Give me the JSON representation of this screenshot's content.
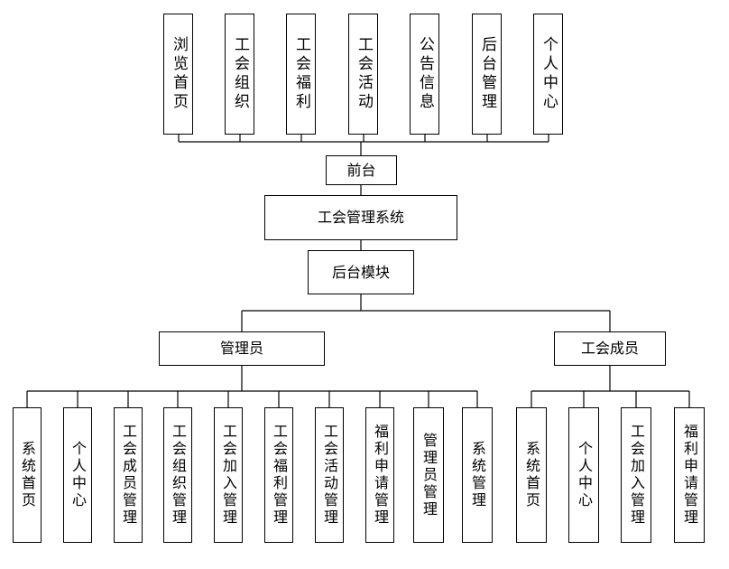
{
  "diagram": {
    "top_items": [
      "浏览首页",
      "工会组织",
      "工会福利",
      "工会活动",
      "公告信息",
      "后台管理",
      "个人中心"
    ],
    "front": "前台",
    "system": "工会管理系统",
    "backend": "后台模块",
    "admin": "管理员",
    "member": "工会成员",
    "admin_items": [
      "系统首页",
      "个人中心",
      "工会成员管理",
      "工会组织管理",
      "工会加入管理",
      "工会福利管理",
      "工会活动管理",
      "福利申请管理",
      "管理员管理",
      "系统管理"
    ],
    "member_items": [
      "系统首页",
      "个人中心",
      "工会加入管理",
      "福利申请管理"
    ],
    "colors": {
      "line": "#000000",
      "box_border": "#000000",
      "background": "#ffffff",
      "text": "#000000"
    }
  }
}
